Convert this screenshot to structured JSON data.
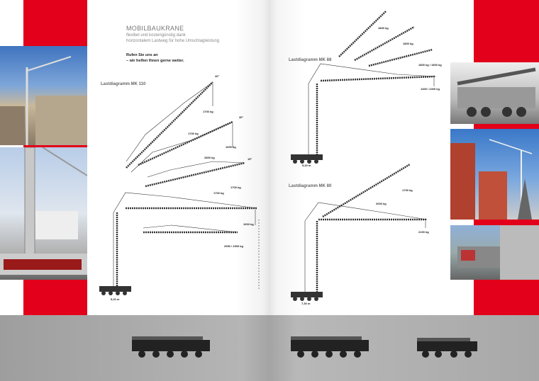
{
  "left_page": {
    "title": "MOBILBAUKRANE",
    "subtitle_1": "flexibel und kostengünstig dank",
    "subtitle_2": "horizontalem Lastweg für hohe Umschlagleistung",
    "call_1": "Rufen Sie uns an",
    "call_2": "– wir helfen Ihnen gerne weiter.",
    "diagram": {
      "title": "Lastdiagramm MK 110",
      "labels": [
        "40°",
        "1700 kg",
        "1700 kg",
        "30°",
        "1000 kg",
        "2800 kg",
        "15°",
        "1700 kg",
        "1700 kg",
        "1000 kg",
        "2050 / 2300 kg",
        "5,20 m"
      ]
    }
  },
  "right_page": {
    "diagram_top": {
      "title": "Lastdiagramm MK 88",
      "labels": [
        "1800 kg",
        "1800 kg",
        "1800 kg / 1800 kg",
        "1400 / 2400 kg",
        "5,20 m"
      ]
    },
    "diagram_bottom": {
      "title": "Lastdiagramm MK 80",
      "labels": [
        "1700 kg",
        "2600 kg",
        "2100 kg",
        "7,30 m"
      ]
    }
  },
  "colors": {
    "brand_red": "#e2001a",
    "band_gray": "#a8a8a8"
  }
}
